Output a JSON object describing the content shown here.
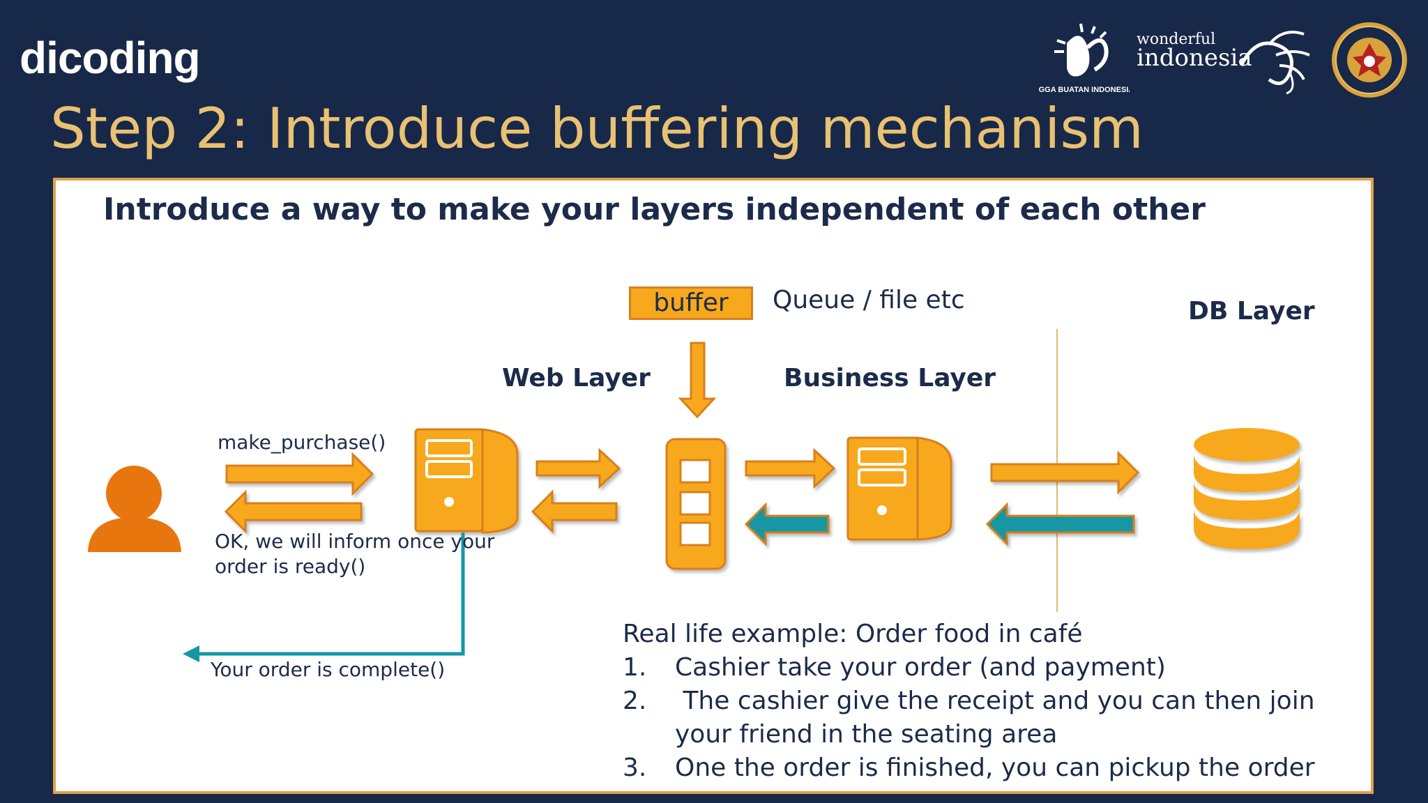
{
  "header": {
    "logo_text": "dicoding",
    "partner_1_text": "BANGGA BUATAN INDONESIA",
    "partner_2_line1": "wonderful",
    "partner_2_line2": "indonesia"
  },
  "slide": {
    "title": "Step 2: Introduce buffering mechanism",
    "subtitle": "Introduce a way to make your layers independent of each other"
  },
  "diagram": {
    "buffer_label": "buffer",
    "buffer_note": "Queue / file etc",
    "web_layer": "Web Layer",
    "business_layer": "Business Layer",
    "db_layer": "DB Layer",
    "call_label": "make_purchase()",
    "response_line1": "OK, we will inform once your",
    "response_line2": "order is ready()",
    "complete_label": "Your order is complete()"
  },
  "example": {
    "heading": "Real life example: Order food in café",
    "items": [
      {
        "num": "1.",
        "line1": "Cashier take your order (and payment)",
        "line2": ""
      },
      {
        "num": "2.",
        "line1": " The cashier give the receipt and you can then join",
        "line2": "your friend in the seating area"
      },
      {
        "num": "3.",
        "line1": "One the order is finished, you can pickup the order",
        "line2": ""
      }
    ]
  },
  "colors": {
    "background": "#182848",
    "title": "#e8c173",
    "orange": "#f8a81c",
    "orange_border": "#d87f1e",
    "person": "#e8760f",
    "teal": "#1597a3",
    "text": "#1c2b4a"
  }
}
